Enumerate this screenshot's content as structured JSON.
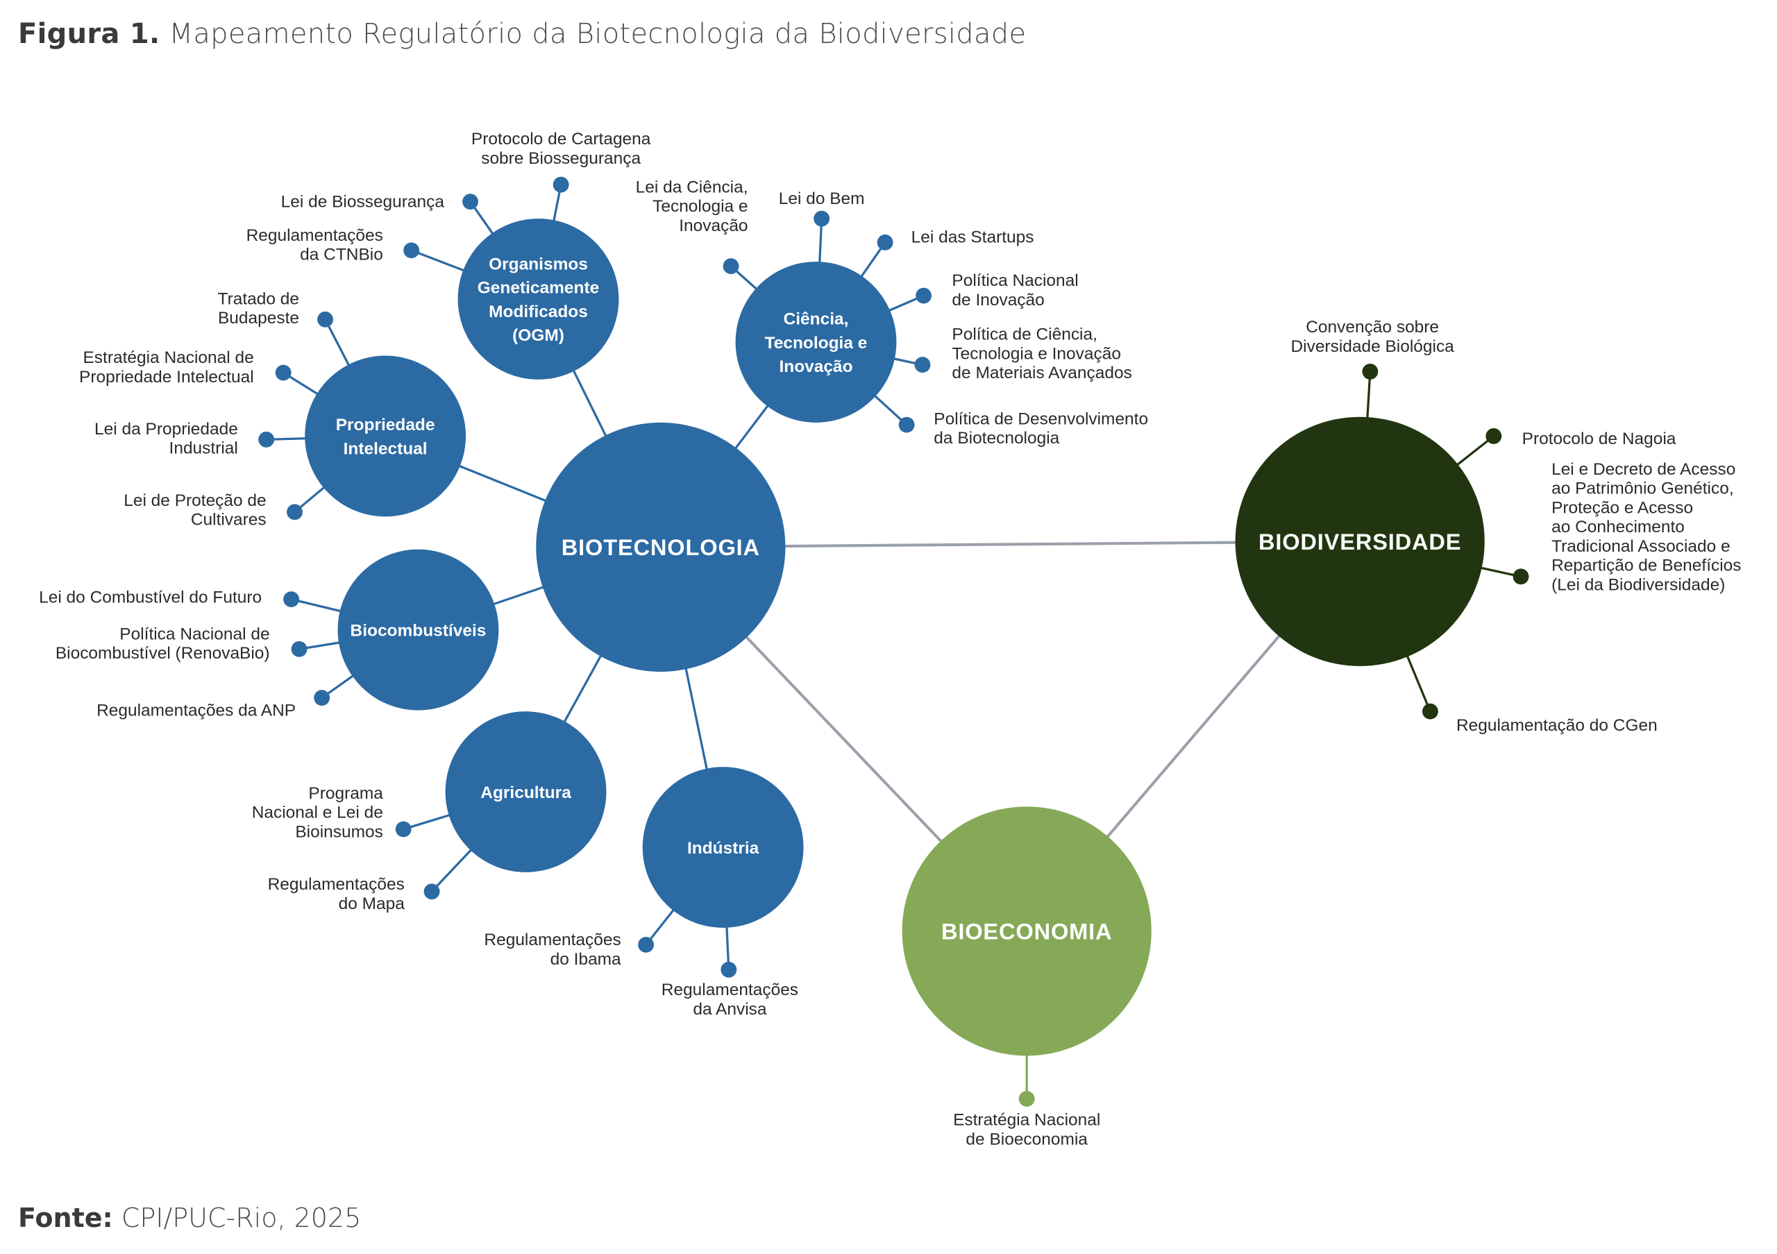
{
  "figure": {
    "title_bold": "Figura 1.",
    "title_rest": "Mapeamento Regulatório da Biotecnologia da Biodiversidade",
    "source_bold": "Fonte:",
    "source_rest": "CPI/PUC-Rio, 2025"
  },
  "colors": {
    "biotech_blue": "#2c6aa3",
    "biodiversity_dark_green": "#213610",
    "bioeconomy_green": "#86a957",
    "connector_gray": "#9aa0aa",
    "label_text": "#2b2b2b"
  },
  "main_nodes": [
    {
      "id": "biotecnologia",
      "label": [
        "BIOTECNOLOGIA"
      ],
      "color": "#2c6aa3"
    },
    {
      "id": "biodiversidade",
      "label": [
        "BIODIVERSIDADE"
      ],
      "color": "#213610"
    },
    {
      "id": "bioeconomia",
      "label": [
        "BIOECONOMIA"
      ],
      "color": "#86a957"
    }
  ],
  "main_links": [
    {
      "from": "biotecnologia",
      "to": "biodiversidade"
    },
    {
      "from": "biotecnologia",
      "to": "bioeconomia"
    },
    {
      "from": "biodiversidade",
      "to": "bioeconomia"
    }
  ],
  "sub_nodes": [
    {
      "id": "ogm",
      "parent": "biotecnologia",
      "label": [
        "Organismos",
        "Geneticamente",
        "Modificados",
        "(OGM)"
      ],
      "leaves": [
        [
          "Protocolo de Cartagena",
          "sobre Biossegurança"
        ],
        [
          "Lei de Biossegurança"
        ],
        [
          "Regulamentações",
          "da CTNBio"
        ]
      ]
    },
    {
      "id": "cti",
      "parent": "biotecnologia",
      "label": [
        "Ciência,",
        "Tecnologia e",
        "Inovação"
      ],
      "leaves": [
        [
          "Lei da Ciência,",
          "Tecnologia e",
          "Inovação"
        ],
        [
          "Lei do Bem"
        ],
        [
          "Lei das Startups"
        ],
        [
          "Política Nacional",
          "de Inovação"
        ],
        [
          "Política de Ciência,",
          "Tecnologia e Inovação",
          "de Materiais Avançados"
        ],
        [
          "Política de Desenvolvimento",
          "da Biotecnologia"
        ]
      ]
    },
    {
      "id": "propriedade-intelectual",
      "parent": "biotecnologia",
      "label": [
        "Propriedade",
        "Intelectual"
      ],
      "leaves": [
        [
          "Tratado de",
          "Budapeste"
        ],
        [
          "Estratégia Nacional de",
          "Propriedade Intelectual"
        ],
        [
          "Lei da Propriedade",
          "Industrial"
        ],
        [
          "Lei de Proteção de",
          "Cultivares"
        ]
      ]
    },
    {
      "id": "biocombustiveis",
      "parent": "biotecnologia",
      "label": [
        "Biocombustíveis"
      ],
      "leaves": [
        [
          "Lei do Combustível do Futuro"
        ],
        [
          "Política Nacional de",
          "Biocombustível (RenovaBio)"
        ],
        [
          "Regulamentações da ANP"
        ]
      ]
    },
    {
      "id": "agricultura",
      "parent": "biotecnologia",
      "label": [
        "Agricultura"
      ],
      "leaves": [
        [
          "Programa",
          "Nacional e Lei de",
          "Bioinsumos"
        ],
        [
          "Regulamentações",
          "do Mapa"
        ]
      ]
    },
    {
      "id": "industria",
      "parent": "biotecnologia",
      "label": [
        "Indústria"
      ],
      "leaves": [
        [
          "Regulamentações",
          "do Ibama"
        ],
        [
          "Regulamentações",
          "da Anvisa"
        ]
      ]
    }
  ],
  "direct_leaves": {
    "biodiversidade": [
      [
        "Convenção sobre",
        "Diversidade Biológica"
      ],
      [
        "Protocolo de Nagoia"
      ],
      [
        "Lei e Decreto de Acesso",
        "ao Patrimônio Genético,",
        "Proteção e Acesso",
        "ao Conhecimento",
        "Tradicional Associado e",
        "Repartição de Benefícios",
        "(Lei da Biodiversidade)"
      ],
      [
        "Regulamentação do CGen"
      ]
    ],
    "bioeconomia": [
      [
        "Estratégia Nacional",
        "de Bioeconomia"
      ]
    ]
  }
}
